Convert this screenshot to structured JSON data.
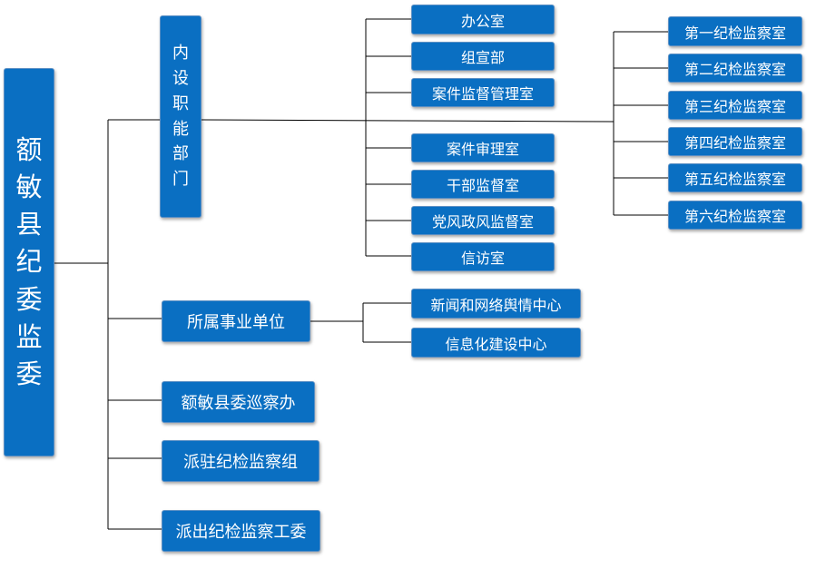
{
  "colors": {
    "box_fill": "#0a6fc2",
    "box_text": "#ffffff",
    "line": "#000000"
  },
  "root": {
    "chars": [
      "额",
      "敏",
      "县",
      "纪",
      "委",
      "监",
      "委"
    ]
  },
  "internal": {
    "chars": [
      "内",
      "设",
      "职",
      "能",
      "部",
      "门"
    ],
    "offices": [
      "办公室",
      "组宣部",
      "案件监督管理室",
      "案件审理室",
      "干部监督室",
      "党风政风监督室",
      "信访室"
    ],
    "supervision_rooms": [
      "第一纪检监察室",
      "第二纪检监察室",
      "第三纪检监察室",
      "第四纪检监察室",
      "第五纪检监察室",
      "第六纪检监察室"
    ]
  },
  "affiliated": {
    "label": "所属事业单位",
    "children": [
      "新闻和网络舆情中心",
      "信息化建设中心"
    ]
  },
  "inspection_office": "额敏县委巡察办",
  "dispatched_group": "派驻纪检监察组",
  "outbound_committee": "派出纪检监察工委"
}
